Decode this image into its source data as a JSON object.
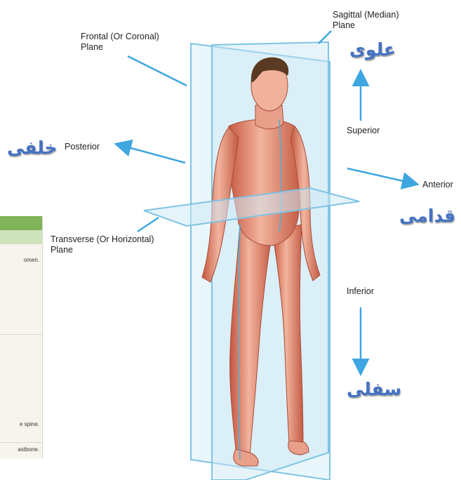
{
  "labels": {
    "frontal": "Frontal (Or Coronal)\nPlane",
    "sagittal": "Sagittal (Median)\nPlane",
    "transverse": "Transverse (Or Horizontal)\nPlane",
    "posterior": "Posterior",
    "anterior": "Anterior",
    "superior": "Superior",
    "inferior": "Inferior"
  },
  "arabic": {
    "superior": "علوى",
    "posterior": "خلفى",
    "anterior": "قدامى",
    "inferior": "سفلى"
  },
  "table_fragment": {
    "rows": [
      "omen.",
      "e spine.",
      "astbone."
    ]
  },
  "colors": {
    "arrow": "#3ea6e0",
    "plane": "#9fd4ec",
    "arabic_text": "#4472c4",
    "table_header": "#7fb45a",
    "table_subheader": "#cfe3bd"
  }
}
